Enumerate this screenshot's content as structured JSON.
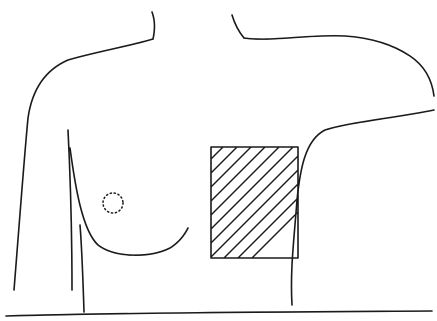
{
  "figure": {
    "ink_color": "#1a1a1a",
    "background_color": "#ffffff",
    "parts": [
      "left-neck-line",
      "right-neck-line",
      "left-shoulder-and-arm-outline",
      "breast-contour",
      "torso-left-line",
      "right-arm-outline",
      "right-torso-line",
      "ground-line",
      "hatched-rectangle",
      "nipple-dotted-circle"
    ]
  }
}
